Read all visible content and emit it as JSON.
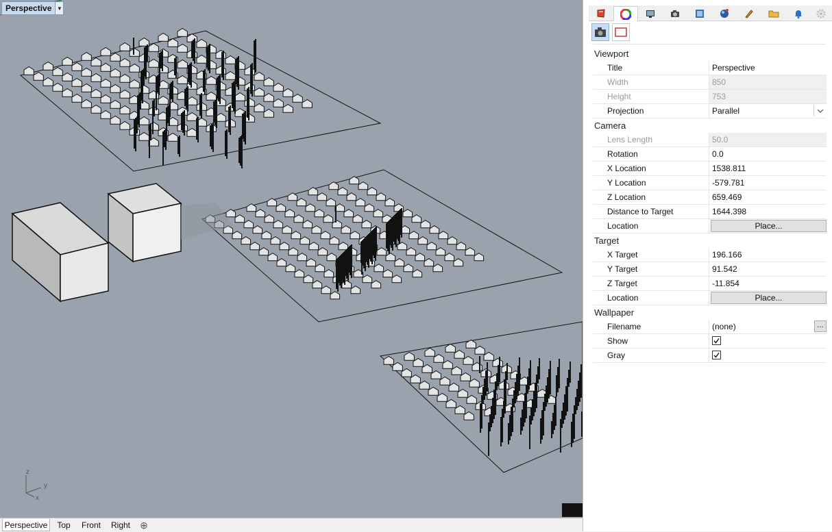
{
  "viewport": {
    "title": "Perspective",
    "axis_z": "z",
    "axis_y": "y",
    "axis_x": "x"
  },
  "view_tabs": [
    "Perspective",
    "Top",
    "Front",
    "Right"
  ],
  "panel": {
    "tab_icons": [
      "object-properties-icon",
      "color-wheel-icon",
      "display-icon",
      "camera-icon",
      "named-view-icon",
      "render-sphere-icon",
      "brush-icon",
      "folder-icon",
      "notification-bell-icon",
      "settings-gear-icon"
    ],
    "viewport": {
      "section": "Viewport",
      "title_label": "Title",
      "title_value": "Perspective",
      "width_label": "Width",
      "width_value": "850",
      "height_label": "Height",
      "height_value": "753",
      "projection_label": "Projection",
      "projection_value": "Parallel"
    },
    "camera": {
      "section": "Camera",
      "lens_label": "Lens Length",
      "lens_value": "50.0",
      "rotation_label": "Rotation",
      "rotation_value": "0.0",
      "x_label": "X Location",
      "x_value": "1538.811",
      "y_label": "Y Location",
      "y_value": "-579.781",
      "z_label": "Z Location",
      "z_value": "659.469",
      "dist_label": "Distance to Target",
      "dist_value": "1644.398",
      "location_label": "Location",
      "place_label": "Place..."
    },
    "target": {
      "section": "Target",
      "x_label": "X Target",
      "x_value": "196.166",
      "y_label": "Y Target",
      "y_value": "91.542",
      "z_label": "Z Target",
      "z_value": "-11.854",
      "location_label": "Location",
      "place_label": "Place..."
    },
    "wallpaper": {
      "section": "Wallpaper",
      "filename_label": "Filename",
      "filename_value": "(none)",
      "browse_label": "...",
      "show_label": "Show",
      "show_checked": true,
      "gray_label": "Gray",
      "gray_checked": true
    }
  }
}
